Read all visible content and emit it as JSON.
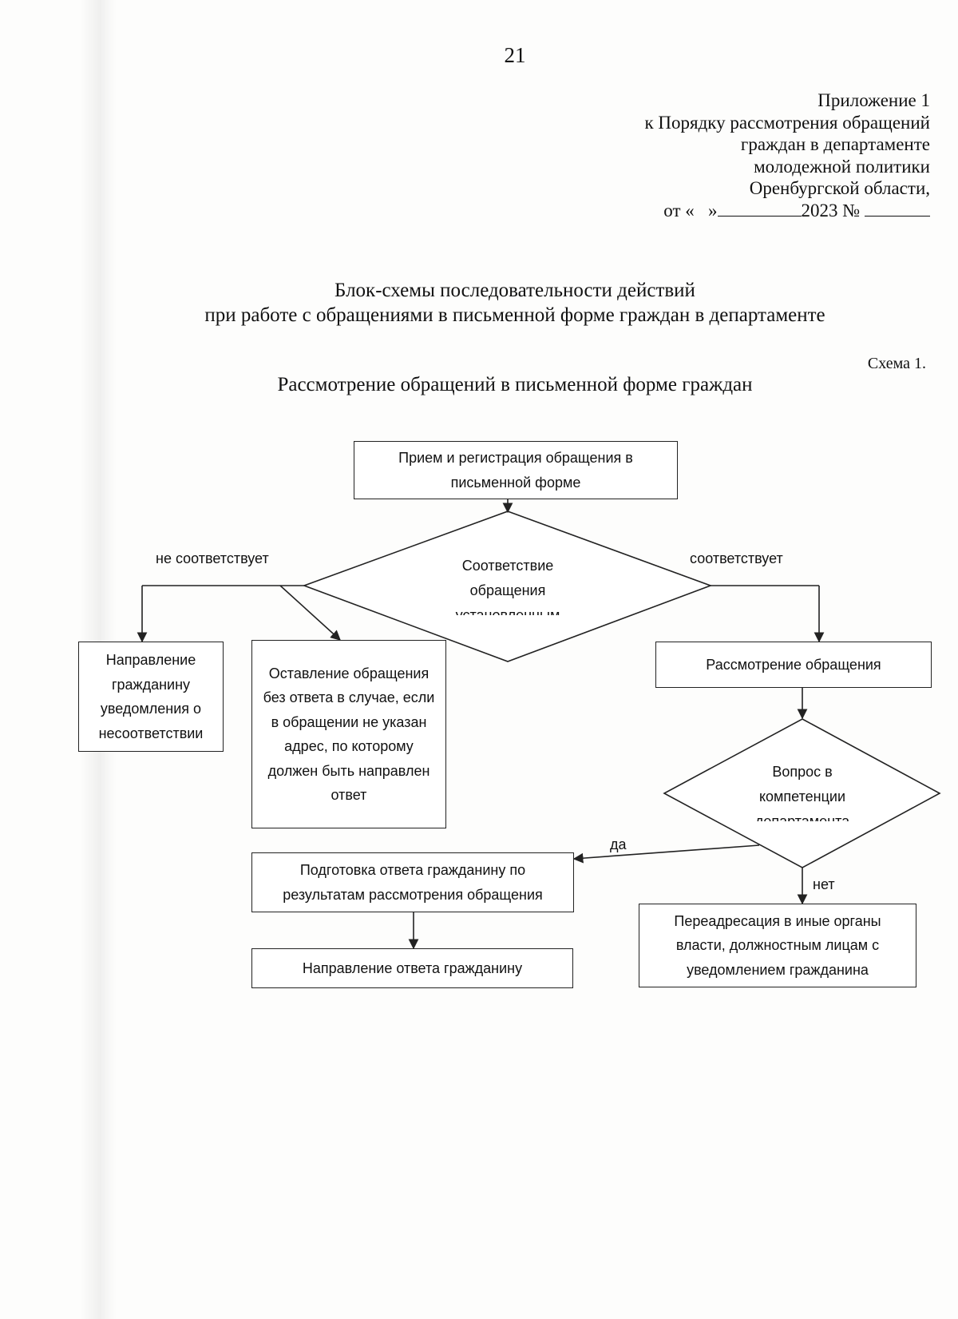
{
  "page_number": "21",
  "appendix": {
    "lines": [
      "Приложение 1",
      "к Порядку рассмотрения обращений",
      "граждан в департаменте",
      "молодежной политики",
      "Оренбургской области,"
    ],
    "date_prefix": "от «   »",
    "year_text": "2023 №"
  },
  "title": {
    "line1": "Блок-схемы последовательности действий",
    "line2": "при работе с обращениями в письменной форме граждан в департаменте"
  },
  "scheme": {
    "number": "Схема 1.",
    "title": "Рассмотрение обращений в письменной форме граждан"
  },
  "flowchart": {
    "start": "Прием и регистрация обращения в письменной форме",
    "decision1": "Соответствие обращения установленным",
    "label_not_match": "не соответствует",
    "label_match": "соответствует",
    "notify_mismatch": "Направление гражданину уведомления о несоответствии",
    "leave_unanswered": "Оставление обращения без ответа в случае, если в обращении не указан адрес, по которому должен быть направлен ответ",
    "review": "Рассмотрение обращения",
    "decision2": "Вопрос в компетенции департамента",
    "label_yes": "да",
    "label_no": "нет",
    "prepare_answer": "Подготовка ответа гражданину по результатам рассмотрения обращения",
    "send_answer": "Направление ответа гражданину",
    "redirect": "Переадресация в иные органы власти, должностным лицам с уведомлением гражданина"
  }
}
